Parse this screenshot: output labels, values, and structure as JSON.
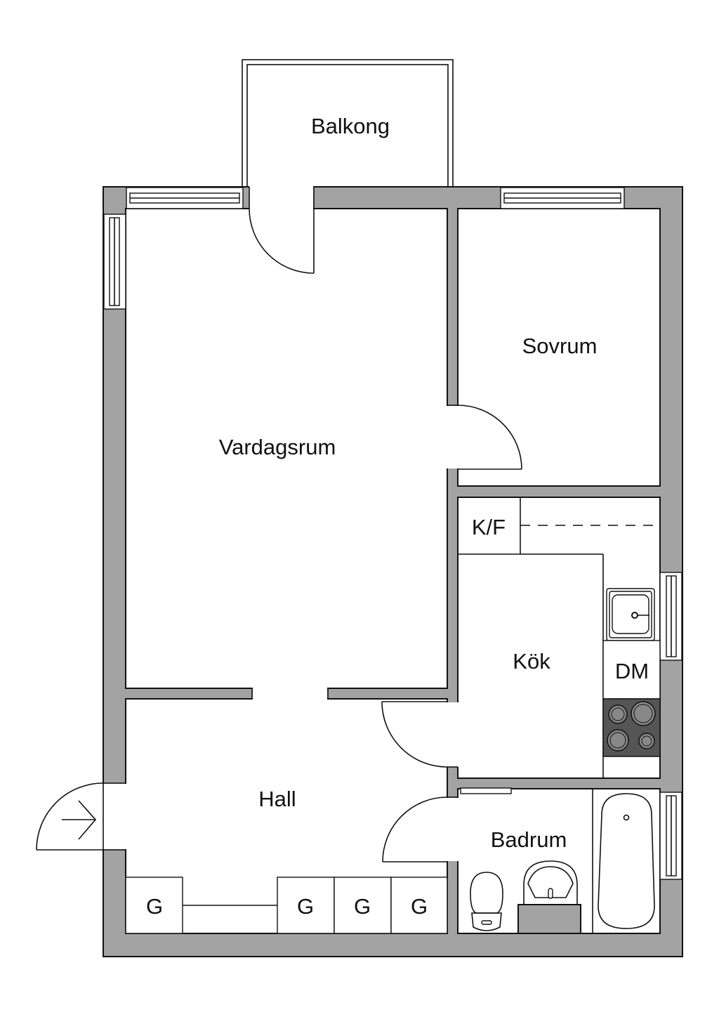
{
  "rooms": {
    "balcony": "Balkong",
    "bedroom": "Sovrum",
    "living_room": "Vardagsrum",
    "wardrobe_kf": "K/F",
    "kitchen": "Kök",
    "dishwasher": "DM",
    "hall": "Hall",
    "bathroom": "Badrum"
  },
  "closets": [
    "G",
    "G",
    "G",
    "G"
  ],
  "colors": {
    "wall": "#a3a3a3",
    "stove": "#555555",
    "line": "#111111"
  }
}
